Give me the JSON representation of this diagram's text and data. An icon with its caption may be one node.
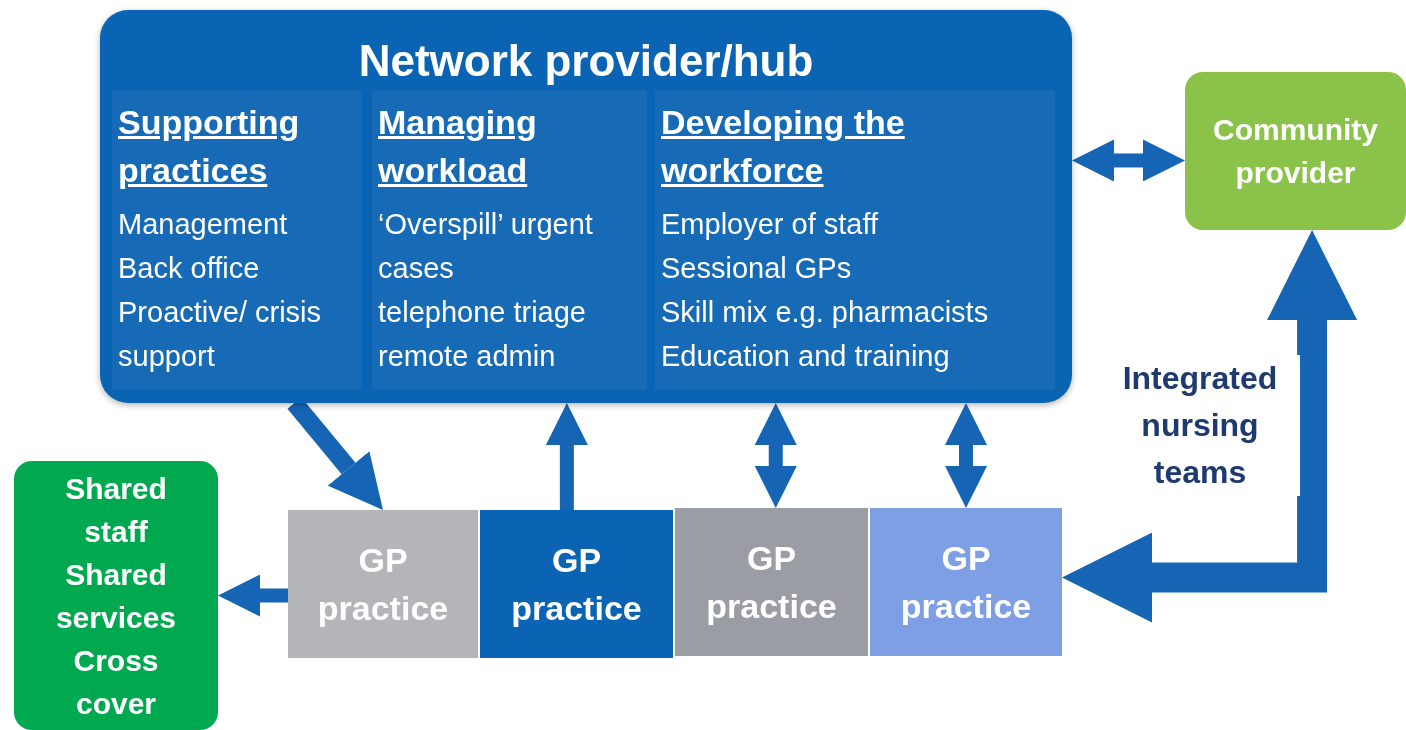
{
  "diagram": {
    "nodes": [
      {
        "text": [
          "Network provider/hub"
        ]
      },
      {
        "text": [
          "Supporting practices",
          "Management",
          "Back office",
          "Proactive/ crisis support"
        ],
        "in": 0
      },
      {
        "text": [
          "Managing workload",
          "‘Overspill’ urgent cases",
          "telephone triage",
          "remote admin"
        ],
        "in": 0
      },
      {
        "text": [
          "Developing the workforce",
          "Employer of staff",
          "Sessional GPs",
          "Skill mix e.g. pharmacists",
          "Education and training"
        ],
        "in": 0
      },
      {
        "text": [
          "Community provider"
        ]
      },
      {
        "text": [
          "Shared staff",
          "Shared services",
          "Cross cover"
        ]
      },
      {
        "text": [
          "GP practice"
        ]
      },
      {
        "text": [
          "GP practice"
        ]
      },
      {
        "text": [
          "GP practice"
        ]
      },
      {
        "text": [
          "GP practice"
        ]
      }
    ],
    "edges": [
      {
        "from": 0,
        "to": 4,
        "arrow": "both"
      },
      {
        "from": 0,
        "to": 6,
        "arrow": "to"
      },
      {
        "from": 7,
        "to": 0,
        "arrow": "to"
      },
      {
        "from": 0,
        "to": 8,
        "arrow": "both"
      },
      {
        "from": 0,
        "to": 9,
        "arrow": "both"
      },
      {
        "from": 6,
        "to": 5,
        "arrow": "to"
      },
      {
        "from": 4,
        "to": 9,
        "arrow": "both",
        "style": "thick",
        "label": "Integrated nursing teams"
      }
    ]
  }
}
